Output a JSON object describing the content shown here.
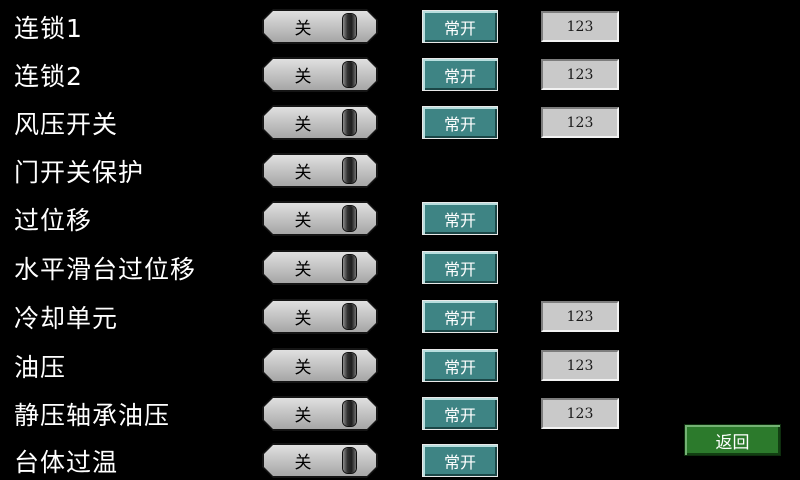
{
  "colors": {
    "background": "#000000",
    "toggle_gray": "#bdbdbd",
    "button_teal": "#3e8484",
    "field_gray": "#c9c9c9",
    "back_green": "#2c7a2c"
  },
  "back_button": {
    "label": "返回"
  },
  "rows": [
    {
      "label": "连锁1",
      "switch_state": "关",
      "button_label": "常开",
      "value": "123"
    },
    {
      "label": "连锁2",
      "switch_state": "关",
      "button_label": "常开",
      "value": "123"
    },
    {
      "label": "风压开关",
      "switch_state": "关",
      "button_label": "常开",
      "value": "123"
    },
    {
      "label": "门开关保护",
      "switch_state": "关"
    },
    {
      "label": "过位移",
      "switch_state": "关",
      "button_label": "常开"
    },
    {
      "label": "水平滑台过位移",
      "switch_state": "关",
      "button_label": "常开"
    },
    {
      "label": "冷却单元",
      "switch_state": "关",
      "button_label": "常开",
      "value": "123"
    },
    {
      "label": "油压",
      "switch_state": "关",
      "button_label": "常开",
      "value": "123"
    },
    {
      "label": "静压轴承油压",
      "switch_state": "关",
      "button_label": "常开",
      "value": "123"
    },
    {
      "label": "台体过温",
      "switch_state": "关",
      "button_label": "常开"
    }
  ]
}
